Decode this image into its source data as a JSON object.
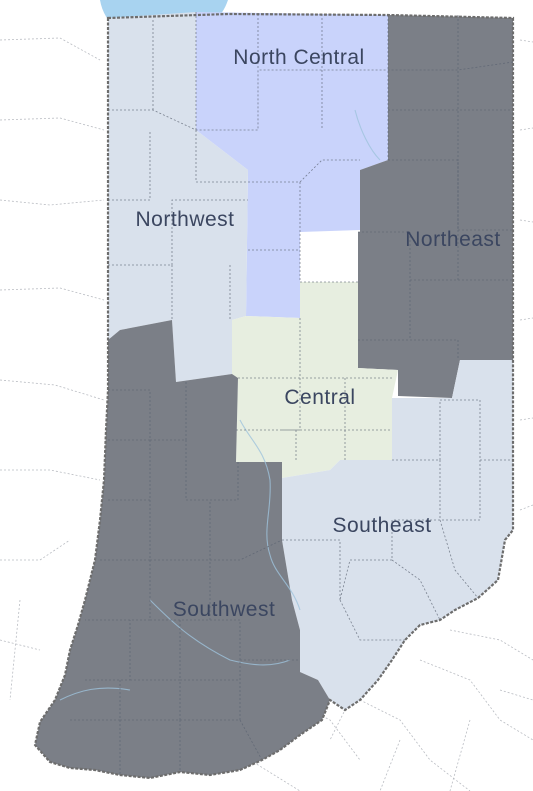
{
  "map": {
    "regions": [
      {
        "id": "north-central",
        "label": "North Central",
        "color": "#c9d3fb"
      },
      {
        "id": "northwest",
        "label": "Northwest",
        "color": "#d9e1ec"
      },
      {
        "id": "northeast",
        "label": "Northeast",
        "color": "#7b7f87"
      },
      {
        "id": "central",
        "label": "Central",
        "color": "#e7eee0"
      },
      {
        "id": "southeast",
        "label": "Southeast",
        "color": "#d9e1ec"
      },
      {
        "id": "southwest",
        "label": "Southwest",
        "color": "#7b7f87"
      }
    ],
    "colors": {
      "lake": "#a8d3f0",
      "background": "#ffffff",
      "state_border": "#6d6d6d",
      "county_line": "#5a6170",
      "label_text": "#3b4660"
    }
  }
}
